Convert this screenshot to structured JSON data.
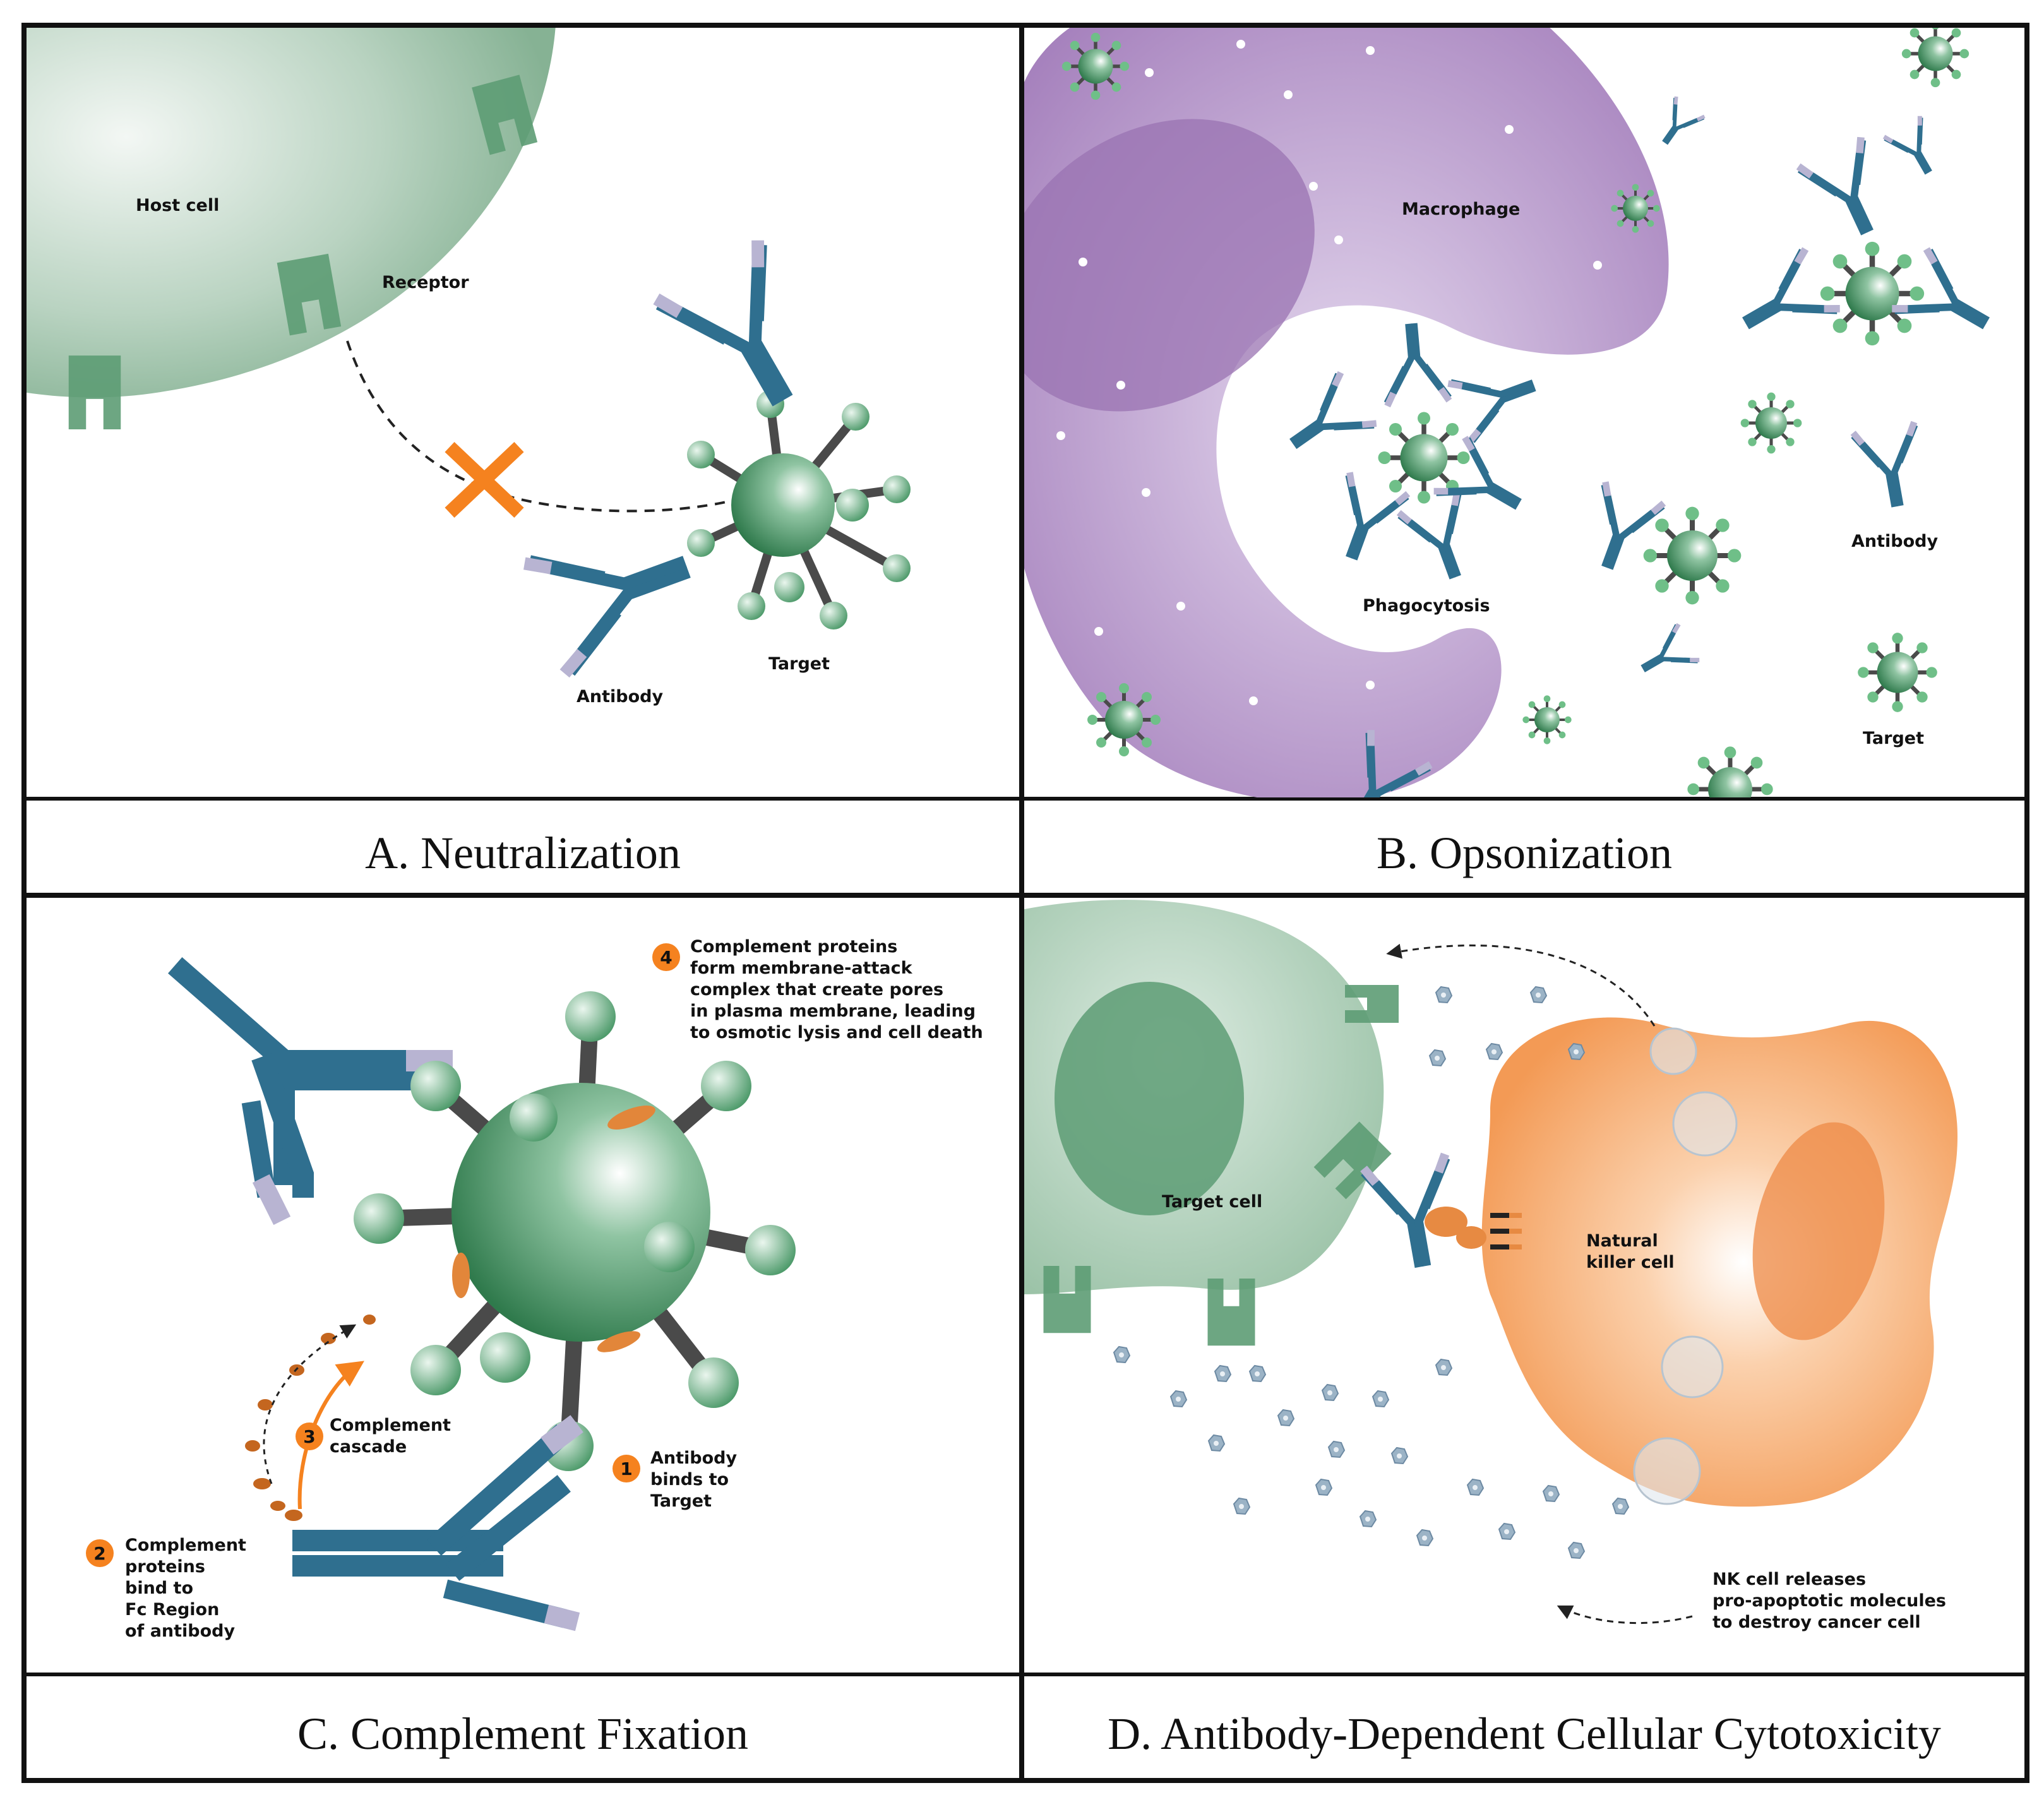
{
  "panels": {
    "a": {
      "caption": "A. Neutralization",
      "labels": {
        "host_cell": "Host cell",
        "receptor": "Receptor",
        "antibody": "Antibody",
        "target": "Target"
      }
    },
    "b": {
      "caption": "B. Opsonization",
      "labels": {
        "macrophage": "Macrophage",
        "phagocytosis": "Phagocytosis",
        "antibody": "Antibody",
        "target": "Target"
      }
    },
    "c": {
      "caption": "C. Complement Fixation",
      "steps": [
        {
          "number": "1",
          "lines": [
            "Antibody",
            "binds to",
            "Target"
          ]
        },
        {
          "number": "2",
          "lines": [
            "Complement",
            "proteins",
            "bind to",
            "Fc Region",
            "of antibody"
          ]
        },
        {
          "number": "3",
          "lines": [
            "Complement",
            "cascade"
          ]
        },
        {
          "number": "4",
          "lines": [
            "Complement proteins",
            "form membrane-attack",
            "complex that create pores",
            "in plasma membrane, leading",
            "to osmotic lysis and cell death"
          ]
        }
      ]
    },
    "d": {
      "caption": "D. Antibody-Dependent Cellular Cytotoxicity",
      "labels": {
        "target_cell": "Target cell",
        "nk_cell": [
          "Natural",
          "killer cell"
        ],
        "nk_release": [
          "NK cell releases",
          "pro-apoptotic molecules",
          "to destroy cancer cell"
        ]
      }
    }
  },
  "colors": {
    "border": "#111111",
    "virus_green": "#4f9a6c",
    "antibody_blue": "#2f6f8f",
    "macrophage_purple": "#a07cb8",
    "nk_orange": "#f4a46a",
    "accent_orange": "#f5821f",
    "host_cell_green": "#9cc3a8"
  }
}
